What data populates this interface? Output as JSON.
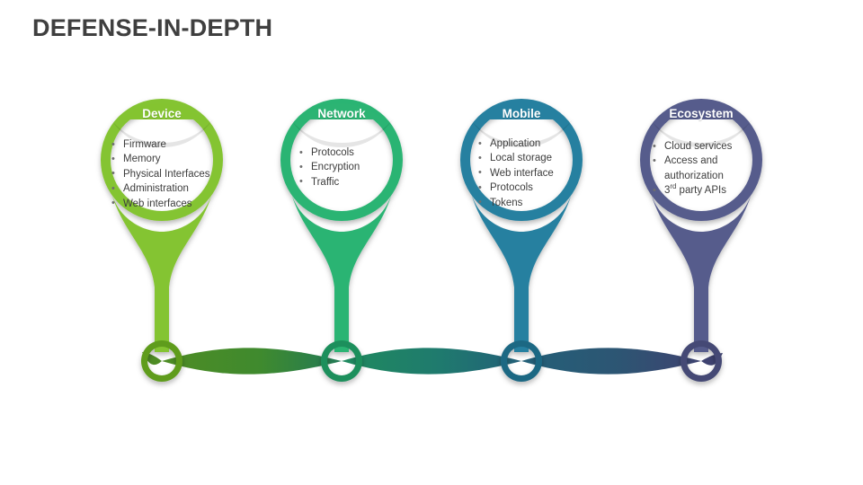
{
  "title": "DEFENSE-IN-DEPTH",
  "background": "#ffffff",
  "title_color": "#3f3f3f",
  "diagram": {
    "type": "process-chain",
    "node_count": 4,
    "connector_color_start": "#4e8c24",
    "connector_color_end": "#3e4270",
    "nodes": [
      {
        "id": "device",
        "header": "Device",
        "color": "#84c430",
        "color_dark": "#5f9c1e",
        "color_ring": "#4e8c24",
        "items": [
          "Firmware",
          "Memory",
          "Physical Interfaces",
          "Administration",
          "Web interfaces"
        ]
      },
      {
        "id": "network",
        "header": "Network",
        "color": "#2cb473",
        "color_dark": "#1d8f5c",
        "color_ring": "#1b7d55",
        "items": [
          "Protocols",
          "Encryption",
          "Traffic"
        ]
      },
      {
        "id": "mobile",
        "header": "Mobile",
        "color": "#2680a0",
        "color_dark": "#1d6783",
        "color_ring": "#225f78",
        "items": [
          "Application",
          "Local storage",
          "Web interface",
          "Protocols",
          "Tokens"
        ]
      },
      {
        "id": "ecosystem",
        "header": "Ecosystem",
        "color": "#565c8c",
        "color_dark": "#454a74",
        "color_ring": "#3e4270",
        "items": [
          "Cloud services",
          "Access and authorization",
          "3rd party APIs"
        ]
      }
    ]
  }
}
